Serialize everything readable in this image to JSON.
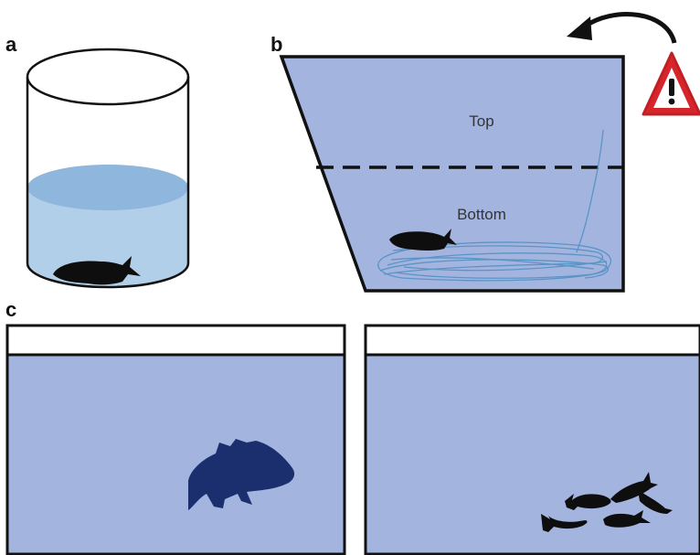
{
  "panels": {
    "a": {
      "label": "a"
    },
    "b": {
      "label": "b",
      "top_label": "Top",
      "bottom_label": "Bottom",
      "warning_icon": "warning-triangle-icon",
      "arrow_icon": "curved-arrow-icon"
    },
    "c": {
      "label": "c"
    }
  },
  "colors": {
    "water": "#a3b5df",
    "water_beaker": "#b2cfe9",
    "water_surface": "#8fb6dc",
    "swim_trace": "#5b93c7",
    "fish_dark": "#0e0e0e",
    "fish_navy": "#1b2f6e",
    "warning_red": "#d7262b"
  }
}
